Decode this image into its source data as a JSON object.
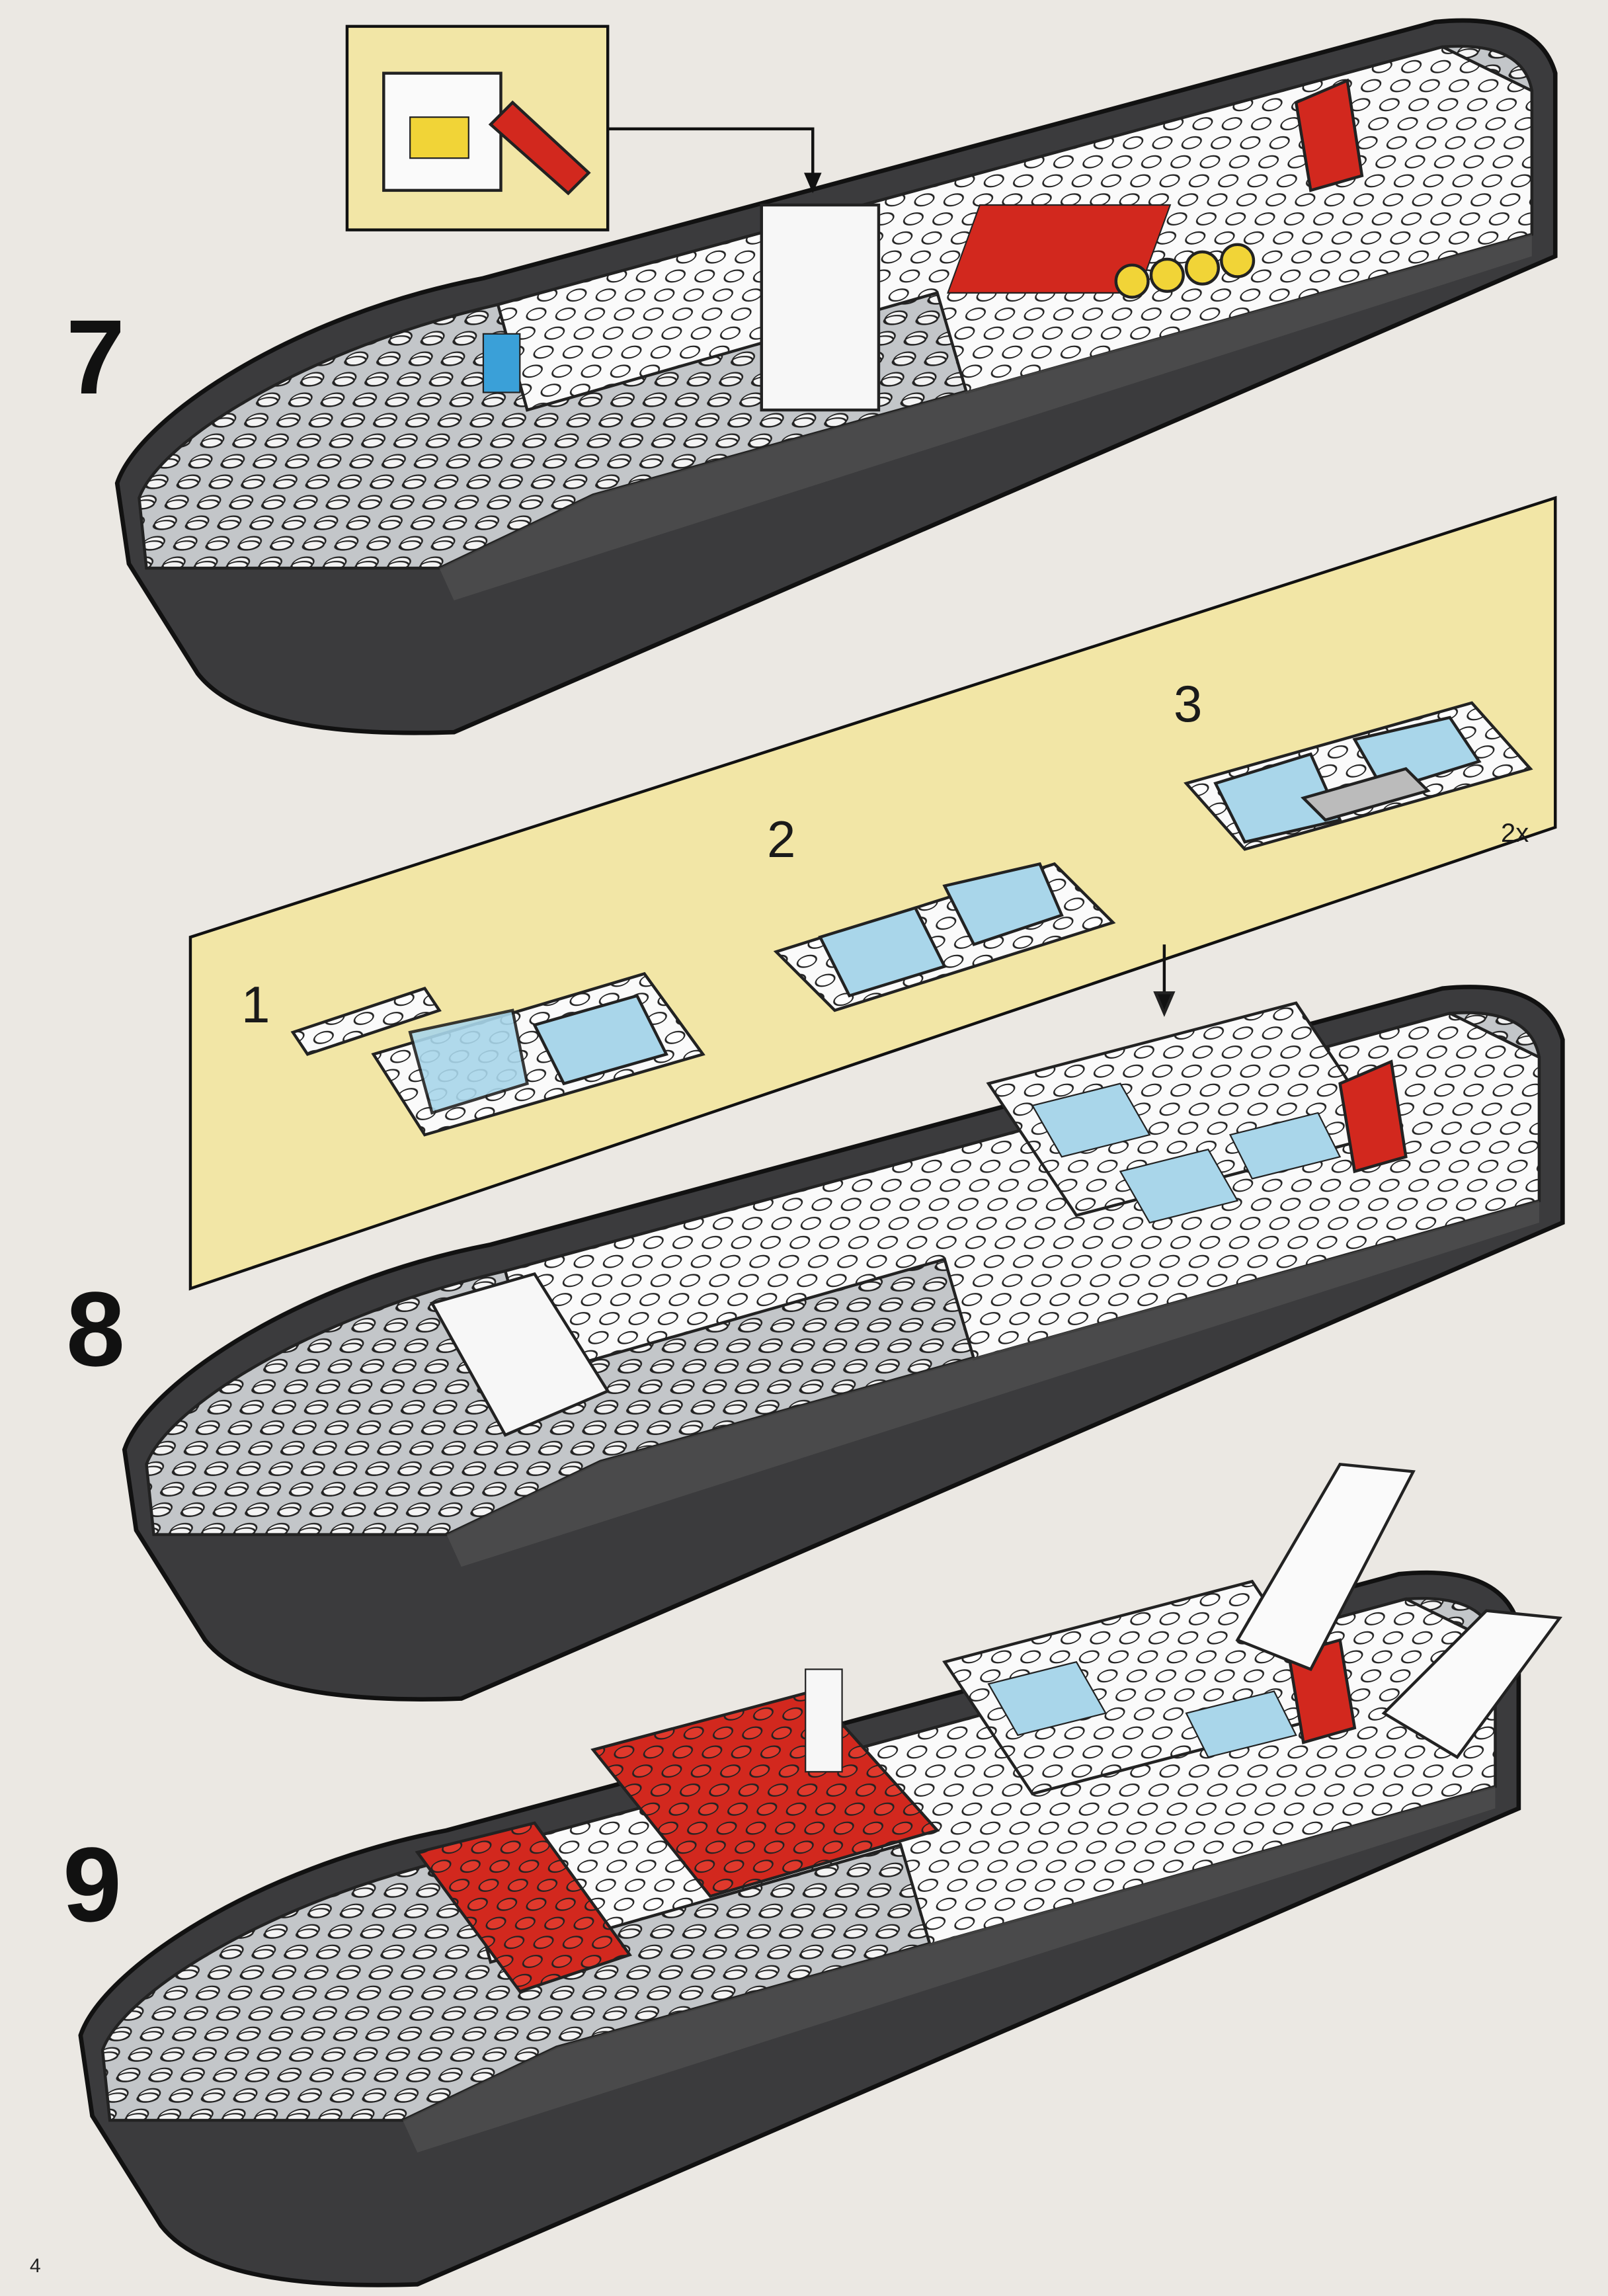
{
  "steps": [
    {
      "number": "7"
    },
    {
      "number": "8",
      "substeps": [
        "1",
        "2",
        "3"
      ],
      "quantity": "2x"
    },
    {
      "number": "9"
    }
  ],
  "page_number": "4",
  "colors": {
    "paper": "#ebe8e3",
    "hull": "#3b3b3d",
    "deck": "#b9bcbf",
    "callout": "#f2e6a6",
    "red_brick": "#d2281e",
    "window": "#a9d6ea",
    "yellow_part": "#f1d437"
  }
}
